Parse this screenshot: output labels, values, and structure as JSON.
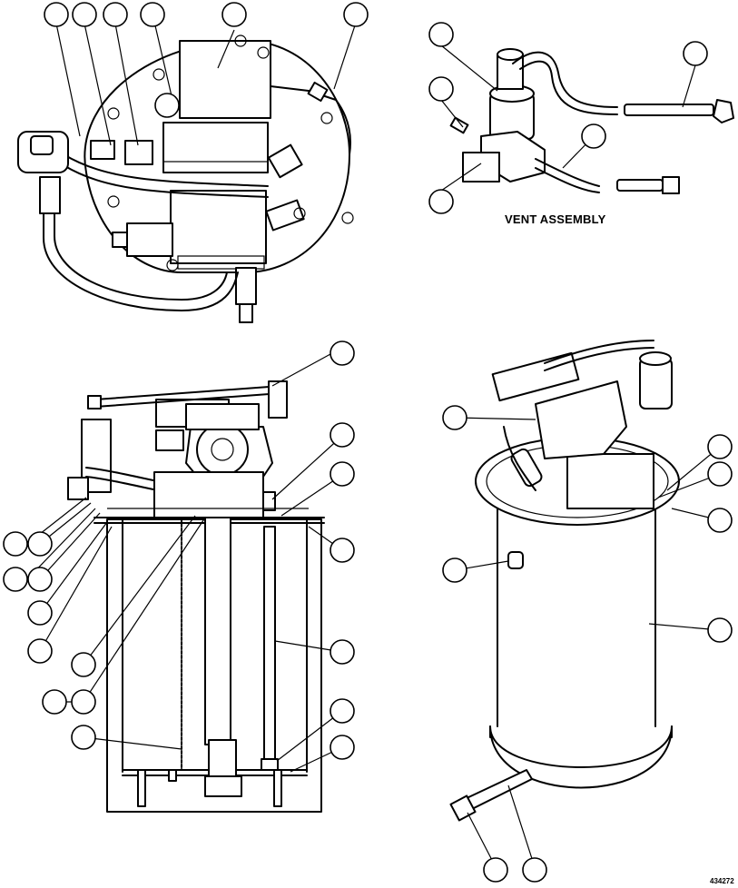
{
  "diagram": {
    "vent_assembly_label": "VENT ASSEMBLY",
    "figure_code": "434272",
    "callout_count": 37,
    "line_color": "#000000",
    "background": "#ffffff"
  }
}
